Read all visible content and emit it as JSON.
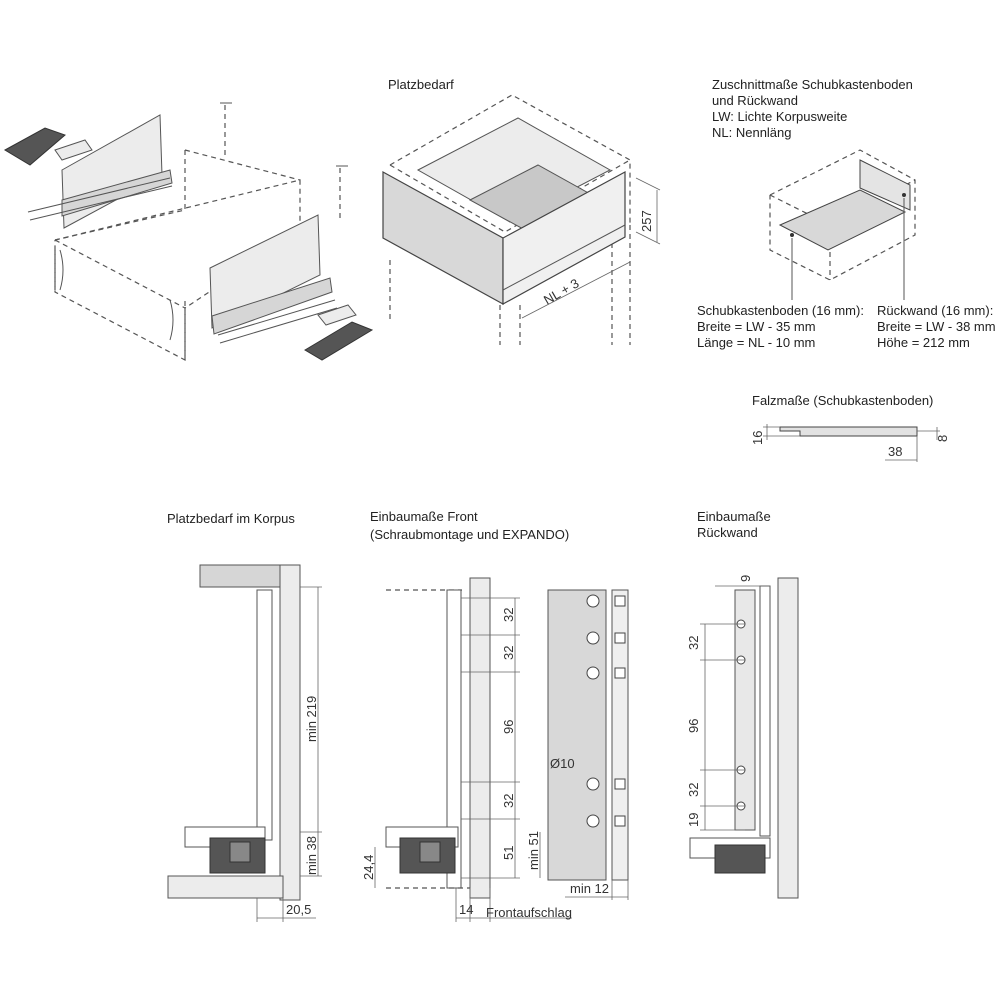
{
  "sections": {
    "platzbedarf": {
      "title": "Platzbedarf",
      "dim_height": "257",
      "dim_width": "NL + 3"
    },
    "zuschnitt": {
      "title_line1": "Zuschnittmaße Schubkastenboden",
      "title_line2": "und Rückwand",
      "legend_lw": "LW: Lichte Korpusweite",
      "legend_nl": "NL: Nennläng",
      "boden_title": "Schubkastenboden (16 mm):",
      "boden_breite": "Breite = LW - 35 mm",
      "boden_laenge": "Länge = NL - 10 mm",
      "rueck_title": "Rückwand (16 mm):",
      "rueck_breite": "Breite = LW - 38 mm",
      "rueck_hoehe": "Höhe = 212 mm"
    },
    "falz": {
      "title": "Falzmaße (Schubkastenboden)",
      "dim_16": "16",
      "dim_8": "8",
      "dim_38": "38"
    },
    "korpus": {
      "title": "Platzbedarf im Korpus",
      "dim_min219": "min 219",
      "dim_min38": "min 38",
      "dim_20_5": "20,5"
    },
    "front": {
      "title": "Einbaumaße Front",
      "subtitle": "(Schraubmontage und EXPANDO)",
      "dims": [
        "32",
        "32",
        "96",
        "32",
        "51"
      ],
      "dim_min51": "min 51",
      "dim_24_4": "24,4",
      "dim_14": "14",
      "frontaufschlag": "Frontaufschlag",
      "dim_min12": "min 12",
      "diameter": "Ø10"
    },
    "rueckwand": {
      "title_line1": "Einbaumaße",
      "title_line2": "Rückwand",
      "dim_9": "9",
      "dims": [
        "32",
        "96",
        "32",
        "19"
      ]
    }
  }
}
